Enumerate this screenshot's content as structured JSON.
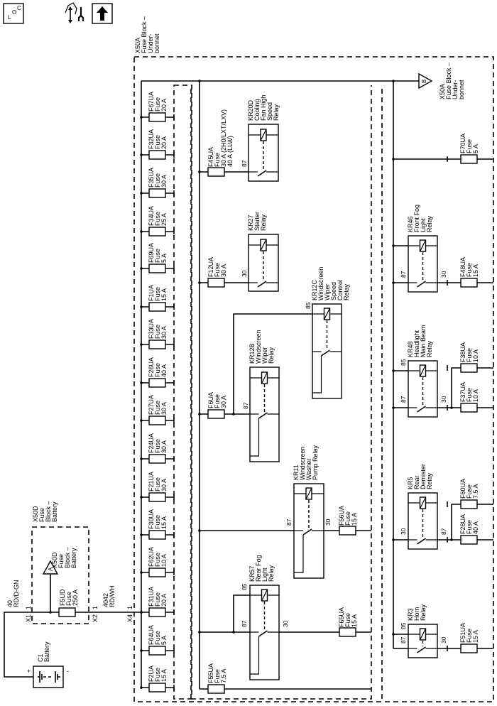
{
  "toolbar": {
    "icons": [
      {
        "name": "location-icon",
        "glyph": "LOC"
      },
      {
        "name": "service-info-icon",
        "glyph": "service"
      },
      {
        "name": "up-arrow-icon",
        "glyph": "up"
      }
    ]
  },
  "battery": {
    "id": "C1",
    "label": "Battery",
    "plus": "+",
    "minus": "-"
  },
  "wire_battery": {
    "circuit": "40",
    "color": "RD/D-GN"
  },
  "wire_block": {
    "circuit": "4042",
    "color": "RD/WH"
  },
  "x50d": {
    "lines": [
      "X50D",
      "Fuse",
      "Block –",
      "Battery"
    ],
    "ref": {
      "letter": "A",
      "lines": [
        "X50D",
        "Fuse",
        "Block –",
        "Battery"
      ]
    },
    "fuse": {
      "lines": [
        "F5UD",
        "Fuse",
        "250 A"
      ]
    },
    "conn_in": {
      "name": "X1",
      "pin": "1"
    },
    "conn_out": {
      "name": "X2",
      "pin": "1"
    }
  },
  "x50a": {
    "lines": [
      "X50A",
      "Fuse Block –",
      "Under-",
      "bonnet"
    ],
    "conn_in": {
      "name": "X4",
      "pin": "1"
    },
    "ref": {
      "letter": "B",
      "lines": [
        "X50A",
        "Fuse Block –",
        "Under-",
        "bonnet"
      ]
    }
  },
  "left_fuses": [
    {
      "id": "F67UA",
      "type": "Fuse",
      "rating": "20 A"
    },
    {
      "id": "F32UA",
      "type": "Fuse",
      "rating": "20 A"
    },
    {
      "id": "F35UA",
      "type": "Fuse",
      "rating": "30 A"
    },
    {
      "id": "F34UA",
      "type": "Fuse",
      "rating": "25 A"
    },
    {
      "id": "F69UA",
      "type": "Fuse",
      "rating": "5 A"
    },
    {
      "id": "F1UA",
      "type": "Fuse",
      "rating": "15 A"
    },
    {
      "id": "F33UA",
      "type": "Fuse",
      "rating": "30 A"
    },
    {
      "id": "F26UA",
      "type": "Fuse",
      "rating": "40 A"
    },
    {
      "id": "F27UA",
      "type": "Fuse",
      "rating": "30 A"
    },
    {
      "id": "F24UA",
      "type": "Fuse",
      "rating": "30 A"
    },
    {
      "id": "F21UA",
      "type": "Fuse",
      "rating": "30 A"
    },
    {
      "id": "F30UA",
      "type": "Fuse",
      "rating": "15 A"
    },
    {
      "id": "F62UA",
      "type": "Fuse",
      "rating": "10 A"
    },
    {
      "id": "F31UA",
      "type": "Fuse",
      "rating": "20 A"
    },
    {
      "id": "F64UA",
      "type": "Fuse",
      "rating": "5 A"
    },
    {
      "id": "F2UA",
      "type": "Fuse",
      "rating": "15 A"
    }
  ],
  "middle_fuses": {
    "f45": {
      "lines": [
        "F45UA",
        "Fuse",
        "30 A (2H0/LXT/LXV)",
        "40 A (LLW)"
      ]
    },
    "f12": {
      "lines": [
        "F12UA",
        "Fuse",
        "30 A"
      ]
    },
    "f6": {
      "lines": [
        "F6UA",
        "Fuse",
        "30 A"
      ]
    },
    "f56": {
      "lines": [
        "F56UA",
        "Fuse",
        "15 A"
      ]
    },
    "f65": {
      "lines": [
        "F65UA",
        "Fuse",
        "15 A"
      ]
    },
    "f55": {
      "lines": [
        "F55UA",
        "Fuse",
        "7.5 A"
      ]
    }
  },
  "right_fuses": {
    "f70": {
      "lines": [
        "F70UA",
        "Fuse",
        "5 A"
      ]
    },
    "f48": {
      "lines": [
        "F48UA",
        "Fuse",
        "15 A"
      ]
    },
    "f38": {
      "lines": [
        "F38UA",
        "Fuse",
        "10 A"
      ]
    },
    "f37": {
      "lines": [
        "F37UA",
        "Fuse",
        "10 A"
      ]
    },
    "f60": {
      "lines": [
        "F60UA",
        "Fuse",
        "7.5 A"
      ]
    },
    "f28": {
      "lines": [
        "F28UA",
        "Fuse",
        "40 A"
      ]
    },
    "f51": {
      "lines": [
        "F51UA",
        "Fuse",
        "15 A"
      ]
    }
  },
  "relays": {
    "kr20d": {
      "lines": [
        "KR20D",
        "Cooling",
        "Fan High",
        "Speed",
        "Relay"
      ],
      "pin": "87"
    },
    "kr27": {
      "lines": [
        "KR27",
        "Starter",
        "Relay"
      ],
      "pin": "30"
    },
    "kr12c": {
      "lines": [
        "KR12C",
        "Windscreen",
        "Wiper",
        "Speed",
        "Control",
        "Relay"
      ],
      "pin": "85"
    },
    "kr12b": {
      "lines": [
        "KR12B",
        "Windscreen",
        "Wiper",
        "Relay"
      ],
      "pin": "87"
    },
    "kr11": {
      "lines": [
        "KR11",
        "Windscreen",
        "Washer",
        "Pump Relay"
      ],
      "pin_in": "87",
      "pin_out": "30"
    },
    "kr57": {
      "lines": [
        "KR57",
        "Rear Fog",
        "Light",
        "Relay"
      ],
      "pin_coil": "85",
      "pin_in": "87",
      "pin_out": "30"
    },
    "kr46": {
      "lines": [
        "KR46",
        "Front Fog",
        "Light",
        "Relay"
      ],
      "pin_in": "87",
      "pin_out": "30"
    },
    "kr48": {
      "lines": [
        "KR48",
        "Headlight",
        "Main Beam",
        "Relay"
      ],
      "pin_coil": "85",
      "pin_in": "87",
      "pin_out": "30"
    },
    "kr5": {
      "lines": [
        "KR5",
        "Rear",
        "Demister",
        "Relay"
      ],
      "pin_in": "30",
      "pin_out": "87"
    },
    "kr3": {
      "lines": [
        "KR3",
        "Horn",
        "Relay"
      ],
      "pin_coil": "85",
      "pin_in": "87",
      "pin_out": "30"
    }
  }
}
